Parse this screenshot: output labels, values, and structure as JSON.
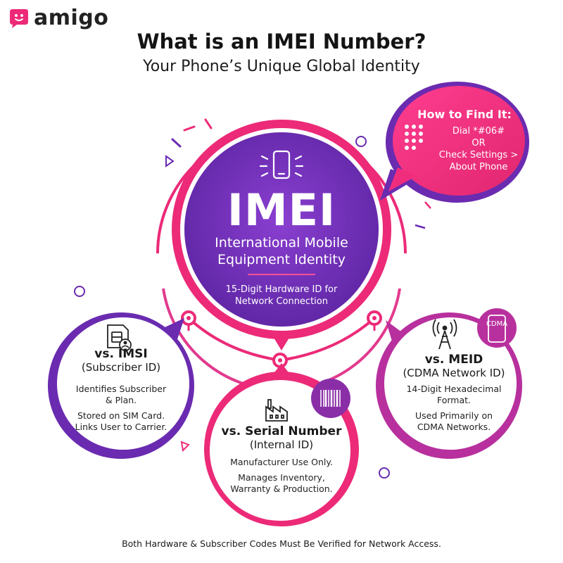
{
  "brand": {
    "name": "amigo"
  },
  "header": {
    "title": "What is an IMEI Number?",
    "subtitle": "Your Phone’s Unique Global Identity"
  },
  "center": {
    "acronym": "IMEI",
    "full_name_1": "International Mobile",
    "full_name_2": "Equipment Identity",
    "desc_1": "15-Digit Hardware ID for",
    "desc_2": "Network Connection"
  },
  "find": {
    "title": "How to Find It:",
    "line_1": "Dial *#06#",
    "line_2": "OR",
    "line_3": "Check Settings >",
    "line_4": "About Phone"
  },
  "imsi": {
    "heading": "vs. IMSI",
    "subheading": "(Subscriber ID)",
    "line_1": "Identifies Subscriber",
    "line_2": "& Plan.",
    "line_3": "Stored on SIM Card.",
    "line_4": "Links User to Carrier."
  },
  "serial": {
    "heading": "vs. Serial Number",
    "subheading": "(Internal ID)",
    "line_1": "Manufacturer Use Only.",
    "line_2": "Manages Inventory,",
    "line_3": "Warranty & Production."
  },
  "meid": {
    "heading": "vs. MEID",
    "subheading": "(CDMA Network ID)",
    "line_1": "14-Digit Hexadecimal",
    "line_2": "Format.",
    "line_3": "Used Primarily on",
    "line_4": "CDMA Networks.",
    "badge": "CDMA"
  },
  "footer": {
    "note": "Both Hardware & Subscriber Codes Must Be Verified for Network Access."
  },
  "colors": {
    "pink": "#ec2a78",
    "purple": "#6a2bb0",
    "magenta": "#b8309e"
  }
}
